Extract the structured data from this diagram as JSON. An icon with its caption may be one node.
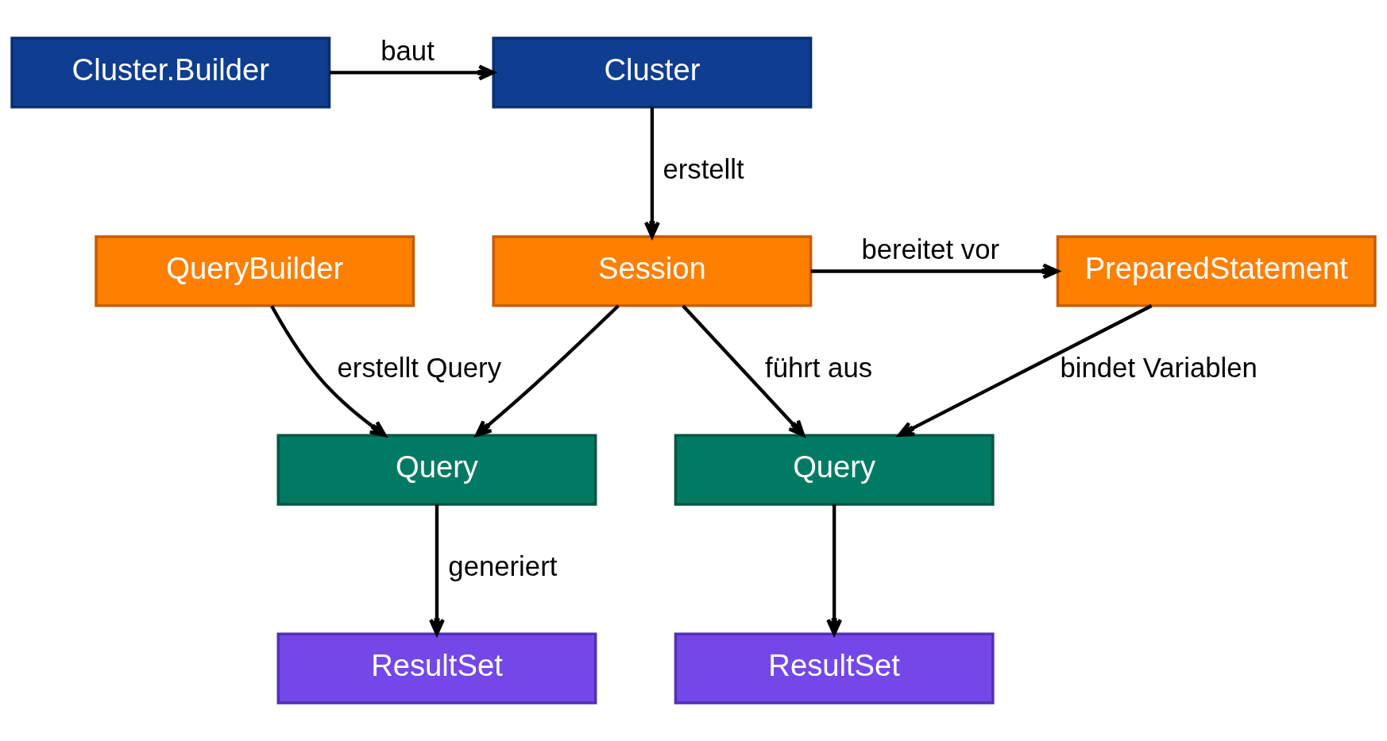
{
  "diagram": {
    "nodes": [
      {
        "text": [
          "Cluster"
        ]
      },
      {
        "text": [
          "Cluster.Builder"
        ]
      },
      {
        "text": [
          "QueryBuilder"
        ]
      },
      {
        "text": [
          "Session"
        ]
      },
      {
        "text": [
          "PreparedStatement"
        ]
      },
      {
        "text": [
          "Query"
        ]
      },
      {
        "text": [
          "Query"
        ]
      },
      {
        "text": [
          "ResultSet"
        ]
      },
      {
        "text": [
          "ResultSet"
        ]
      }
    ],
    "edges": [
      {
        "from": 1,
        "to": 0,
        "arrow": "to",
        "label": "baut"
      },
      {
        "from": 0,
        "to": 3,
        "arrow": "to",
        "label": "erstellt"
      },
      {
        "from": 3,
        "to": 4,
        "arrow": "to",
        "label": "bereitet vor"
      },
      {
        "from": 2,
        "to": 5,
        "arrow": "to",
        "label": "erstellt Query"
      },
      {
        "from": 3,
        "to": 5,
        "arrow": "to"
      },
      {
        "from": 3,
        "to": 6,
        "arrow": "to",
        "label": "führt aus"
      },
      {
        "from": 4,
        "to": 6,
        "arrow": "to",
        "label": "bindet Variablen"
      },
      {
        "from": 5,
        "to": 7,
        "arrow": "to",
        "label": "generiert"
      },
      {
        "from": 6,
        "to": 8,
        "arrow": "to"
      }
    ]
  }
}
